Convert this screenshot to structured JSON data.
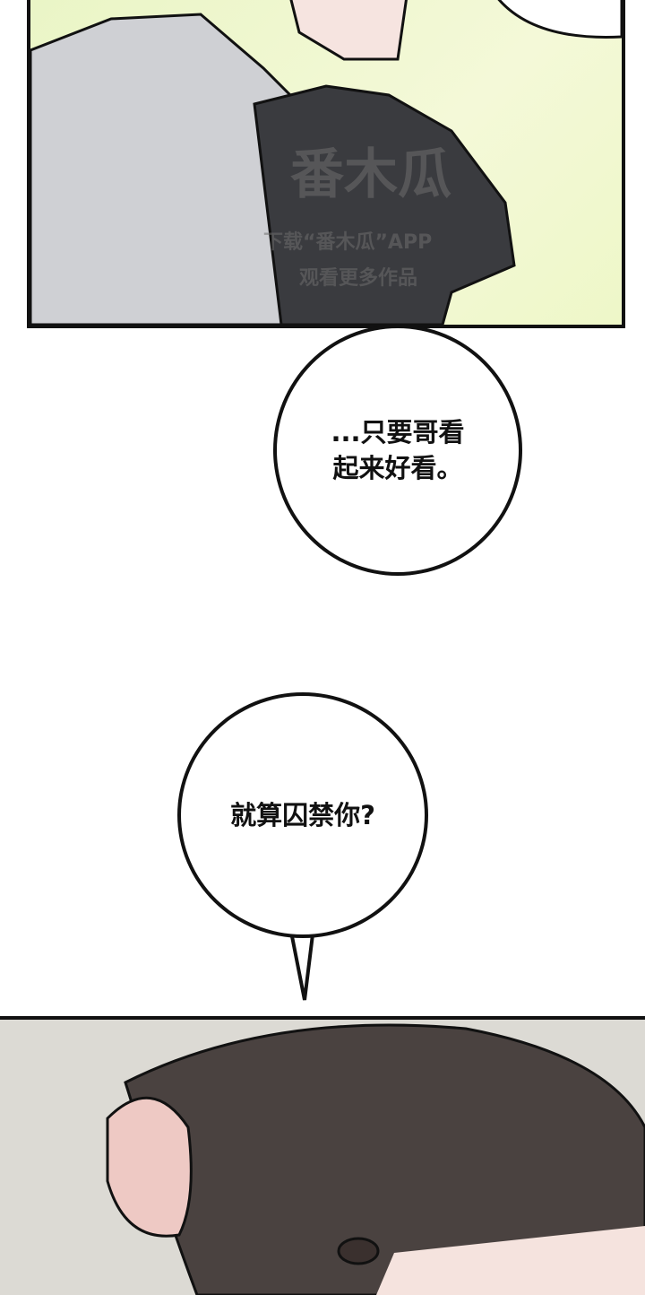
{
  "watermark": {
    "logo_text": "番木瓜",
    "line1": "下载“番木瓜”APP",
    "line2": "观看更多作品"
  },
  "bubbles": [
    {
      "lines": [
        "...只要哥看",
        "起来好看。"
      ]
    },
    {
      "lines": [
        "就算囚禁你?"
      ]
    }
  ]
}
